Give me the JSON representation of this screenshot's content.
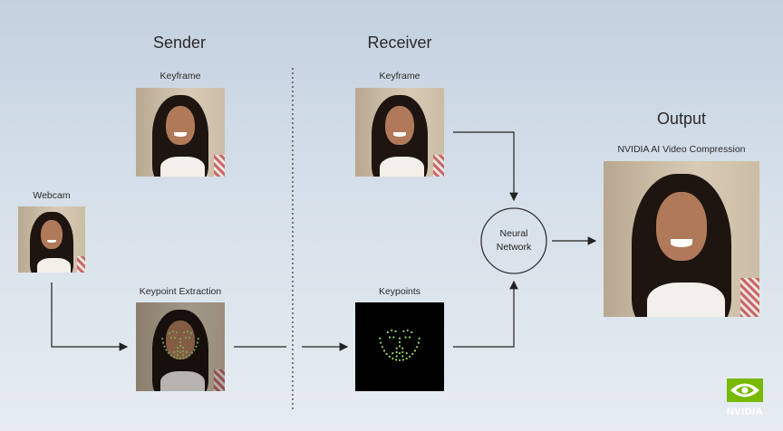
{
  "sender": {
    "title": "Sender",
    "keyframe_label": "Keyframe",
    "webcam_label": "Webcam",
    "keypoint_extraction_label": "Keypoint Extraction"
  },
  "receiver": {
    "title": "Receiver",
    "keyframe_label": "Keyframe",
    "keypoints_label": "Keypoints",
    "neural_network_label": "Neural Network"
  },
  "output": {
    "title": "Output",
    "subtitle": "NVIDIA AI Video Compression"
  },
  "logo": {
    "text": "NVIDIA"
  },
  "colors": {
    "keypoint": "#9fd86a",
    "brand": "#76b900"
  }
}
